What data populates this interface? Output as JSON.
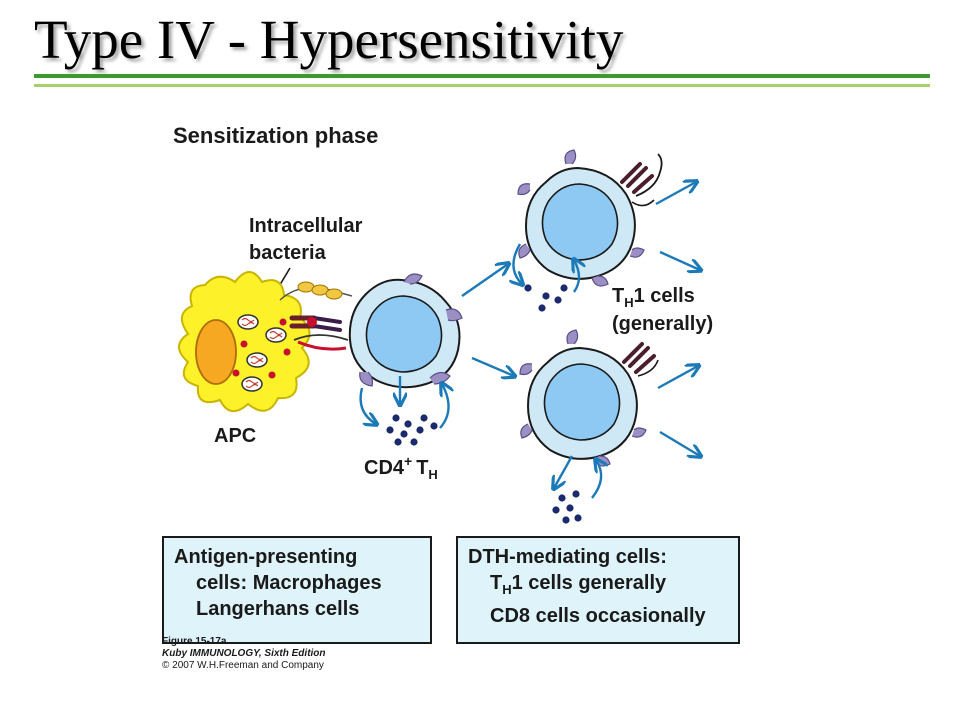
{
  "slide": {
    "title": "Type IV - Hypersensitivity"
  },
  "diagram": {
    "heading": "Sensitization phase",
    "bacteria_label_line1": "Intracellular",
    "bacteria_label_line2": "bacteria",
    "apc_label": "APC",
    "cd4_label_main": "CD4",
    "cd4_label_sup": "+",
    "cd4_label_t": "T",
    "cd4_label_sub": "H",
    "th1_label_t": "T",
    "th1_label_sub": "H",
    "th1_label_rest": "1 cells",
    "th1_label_line2": "(generally)"
  },
  "boxes": {
    "left": {
      "line1": "Antigen-presenting",
      "line2": "cells: Macrophages",
      "line3": "Langerhans cells"
    },
    "right": {
      "line1": "DTH-mediating cells:",
      "line2_t": "T",
      "line2_sub": "H",
      "line2_rest": "1 cells generally",
      "line3": "CD8 cells occasionally"
    }
  },
  "caption": {
    "figure": "Figure 15-17a",
    "book": "Kuby IMMUNOLOGY, Sixth Edition",
    "copyright": "© 2007 W.H.Freeman and Company"
  },
  "colors": {
    "apc_fill": "#fdf22a",
    "nucleus": "#f7a823",
    "cell_outer": "#cfe8f6",
    "cell_inner": "#8ec9f3",
    "receptor": "#9b8fc4",
    "arrow": "#1d7ab8",
    "cytokine": "#1a2a6c",
    "rule_green": "#3a9a2a",
    "rule_lime": "#a6d16a",
    "box_fill": "#def3fa"
  }
}
